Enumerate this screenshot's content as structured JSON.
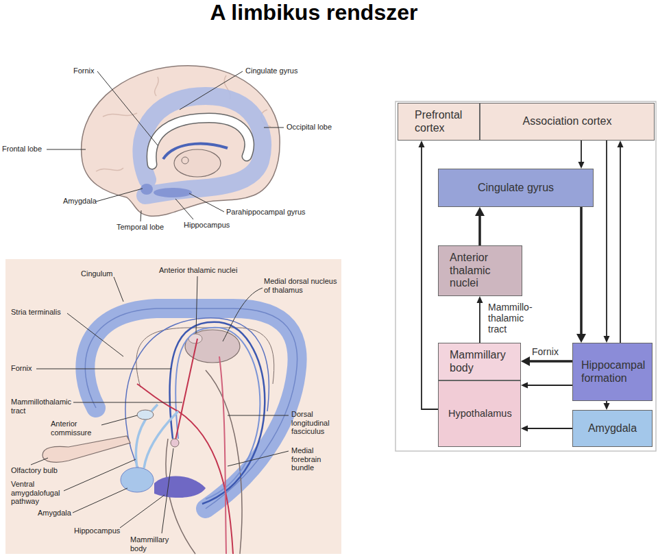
{
  "diagram": {
    "title": "A limbikus rendszer",
    "nodes": [
      {
        "text": [
          "Prefrontal cortex"
        ]
      },
      {
        "text": [
          "Association cortex"
        ]
      },
      {
        "text": [
          "Cingulate gyrus"
        ]
      },
      {
        "text": [
          "Anterior thalamic nuclei"
        ]
      },
      {
        "text": [
          "Mammillary body"
        ]
      },
      {
        "text": [
          "Hippocampal formation"
        ]
      },
      {
        "text": [
          "Hypothalamus"
        ]
      },
      {
        "text": [
          "Amygdala"
        ]
      }
    ],
    "edges": [
      {
        "from": 1,
        "to": 2,
        "arrow": "to"
      },
      {
        "from": 2,
        "to": 5,
        "arrow": "to"
      },
      {
        "from": 1,
        "to": 5,
        "arrow": "to"
      },
      {
        "from": 5,
        "to": 1,
        "arrow": "to"
      },
      {
        "from": 3,
        "to": 2,
        "arrow": "to"
      },
      {
        "from": 4,
        "to": 3,
        "label": "Mammillo- thalamic tract",
        "arrow": "to"
      },
      {
        "from": 5,
        "to": 4,
        "label": "Fornix",
        "arrow": "to"
      },
      {
        "from": 5,
        "to": 6,
        "arrow": "to"
      },
      {
        "from": 5,
        "to": 7,
        "arrow": "to"
      },
      {
        "from": 7,
        "to": 6,
        "arrow": "to"
      },
      {
        "from": 6,
        "to": 0,
        "arrow": "to"
      }
    ],
    "labels": [
      "Fornix",
      "Cingulate gyrus",
      "Occipital lobe",
      "Frontal lobe",
      "Amygdala",
      "Parahippocampal gyrus",
      "Hippocampus",
      "Temporal lobe",
      "Cingulum",
      "Anterior thalamic nuclei",
      "Medial dorsal nucleus of thalamus",
      "Stria terminalis",
      "Fornix",
      "Mammillothalamic tract",
      "Anterior commissure",
      "Olfactory bulb",
      "Ventral amygdalofugal pathway",
      "Amygdala",
      "Hippocampus",
      "Mammillary body",
      "Dorsal longitudinal fasciculus",
      "Medial forebrain bundle"
    ]
  }
}
